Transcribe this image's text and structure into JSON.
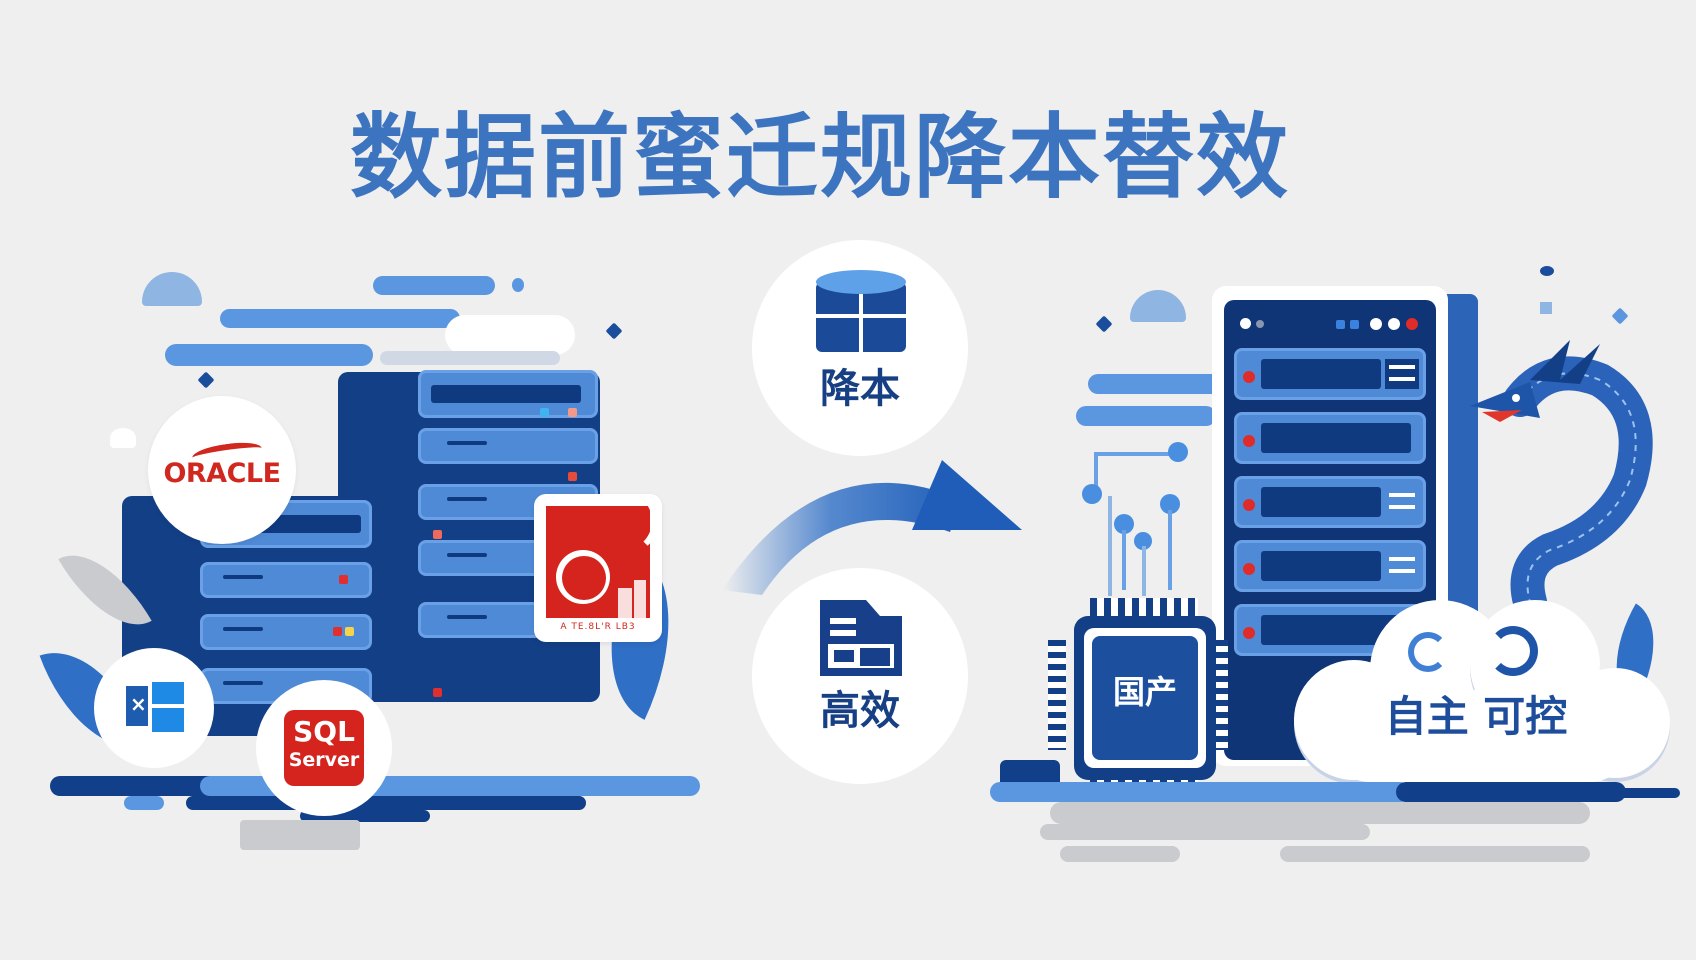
{
  "title": "数据前蜜迁规降本替效",
  "left_panel": {
    "logos": [
      {
        "name": "oracle",
        "text": "ORACLE",
        "color": "#d0281f"
      },
      {
        "name": "windows",
        "text": "",
        "color": "#1e73d2"
      },
      {
        "name": "sql-server",
        "text_line1": "SQL",
        "text_line2": "Server",
        "color": "#d0281f"
      },
      {
        "name": "red-brand",
        "text": "A TE.8L'R LB3",
        "color": "#d0281f"
      }
    ]
  },
  "center": {
    "top_badge": {
      "icon": "database-icon",
      "label": "降本"
    },
    "bottom_badge": {
      "icon": "document-icon",
      "label": "高效"
    },
    "arrow": "arrow-right"
  },
  "right_panel": {
    "chip_label": "国产",
    "cloud_label": "自主 可控"
  },
  "colors": {
    "background": "#efefef",
    "title_blue": "#3d74c0",
    "dark_blue": "#133f86",
    "light_blue": "#5a97e0",
    "red": "#d0281f"
  }
}
